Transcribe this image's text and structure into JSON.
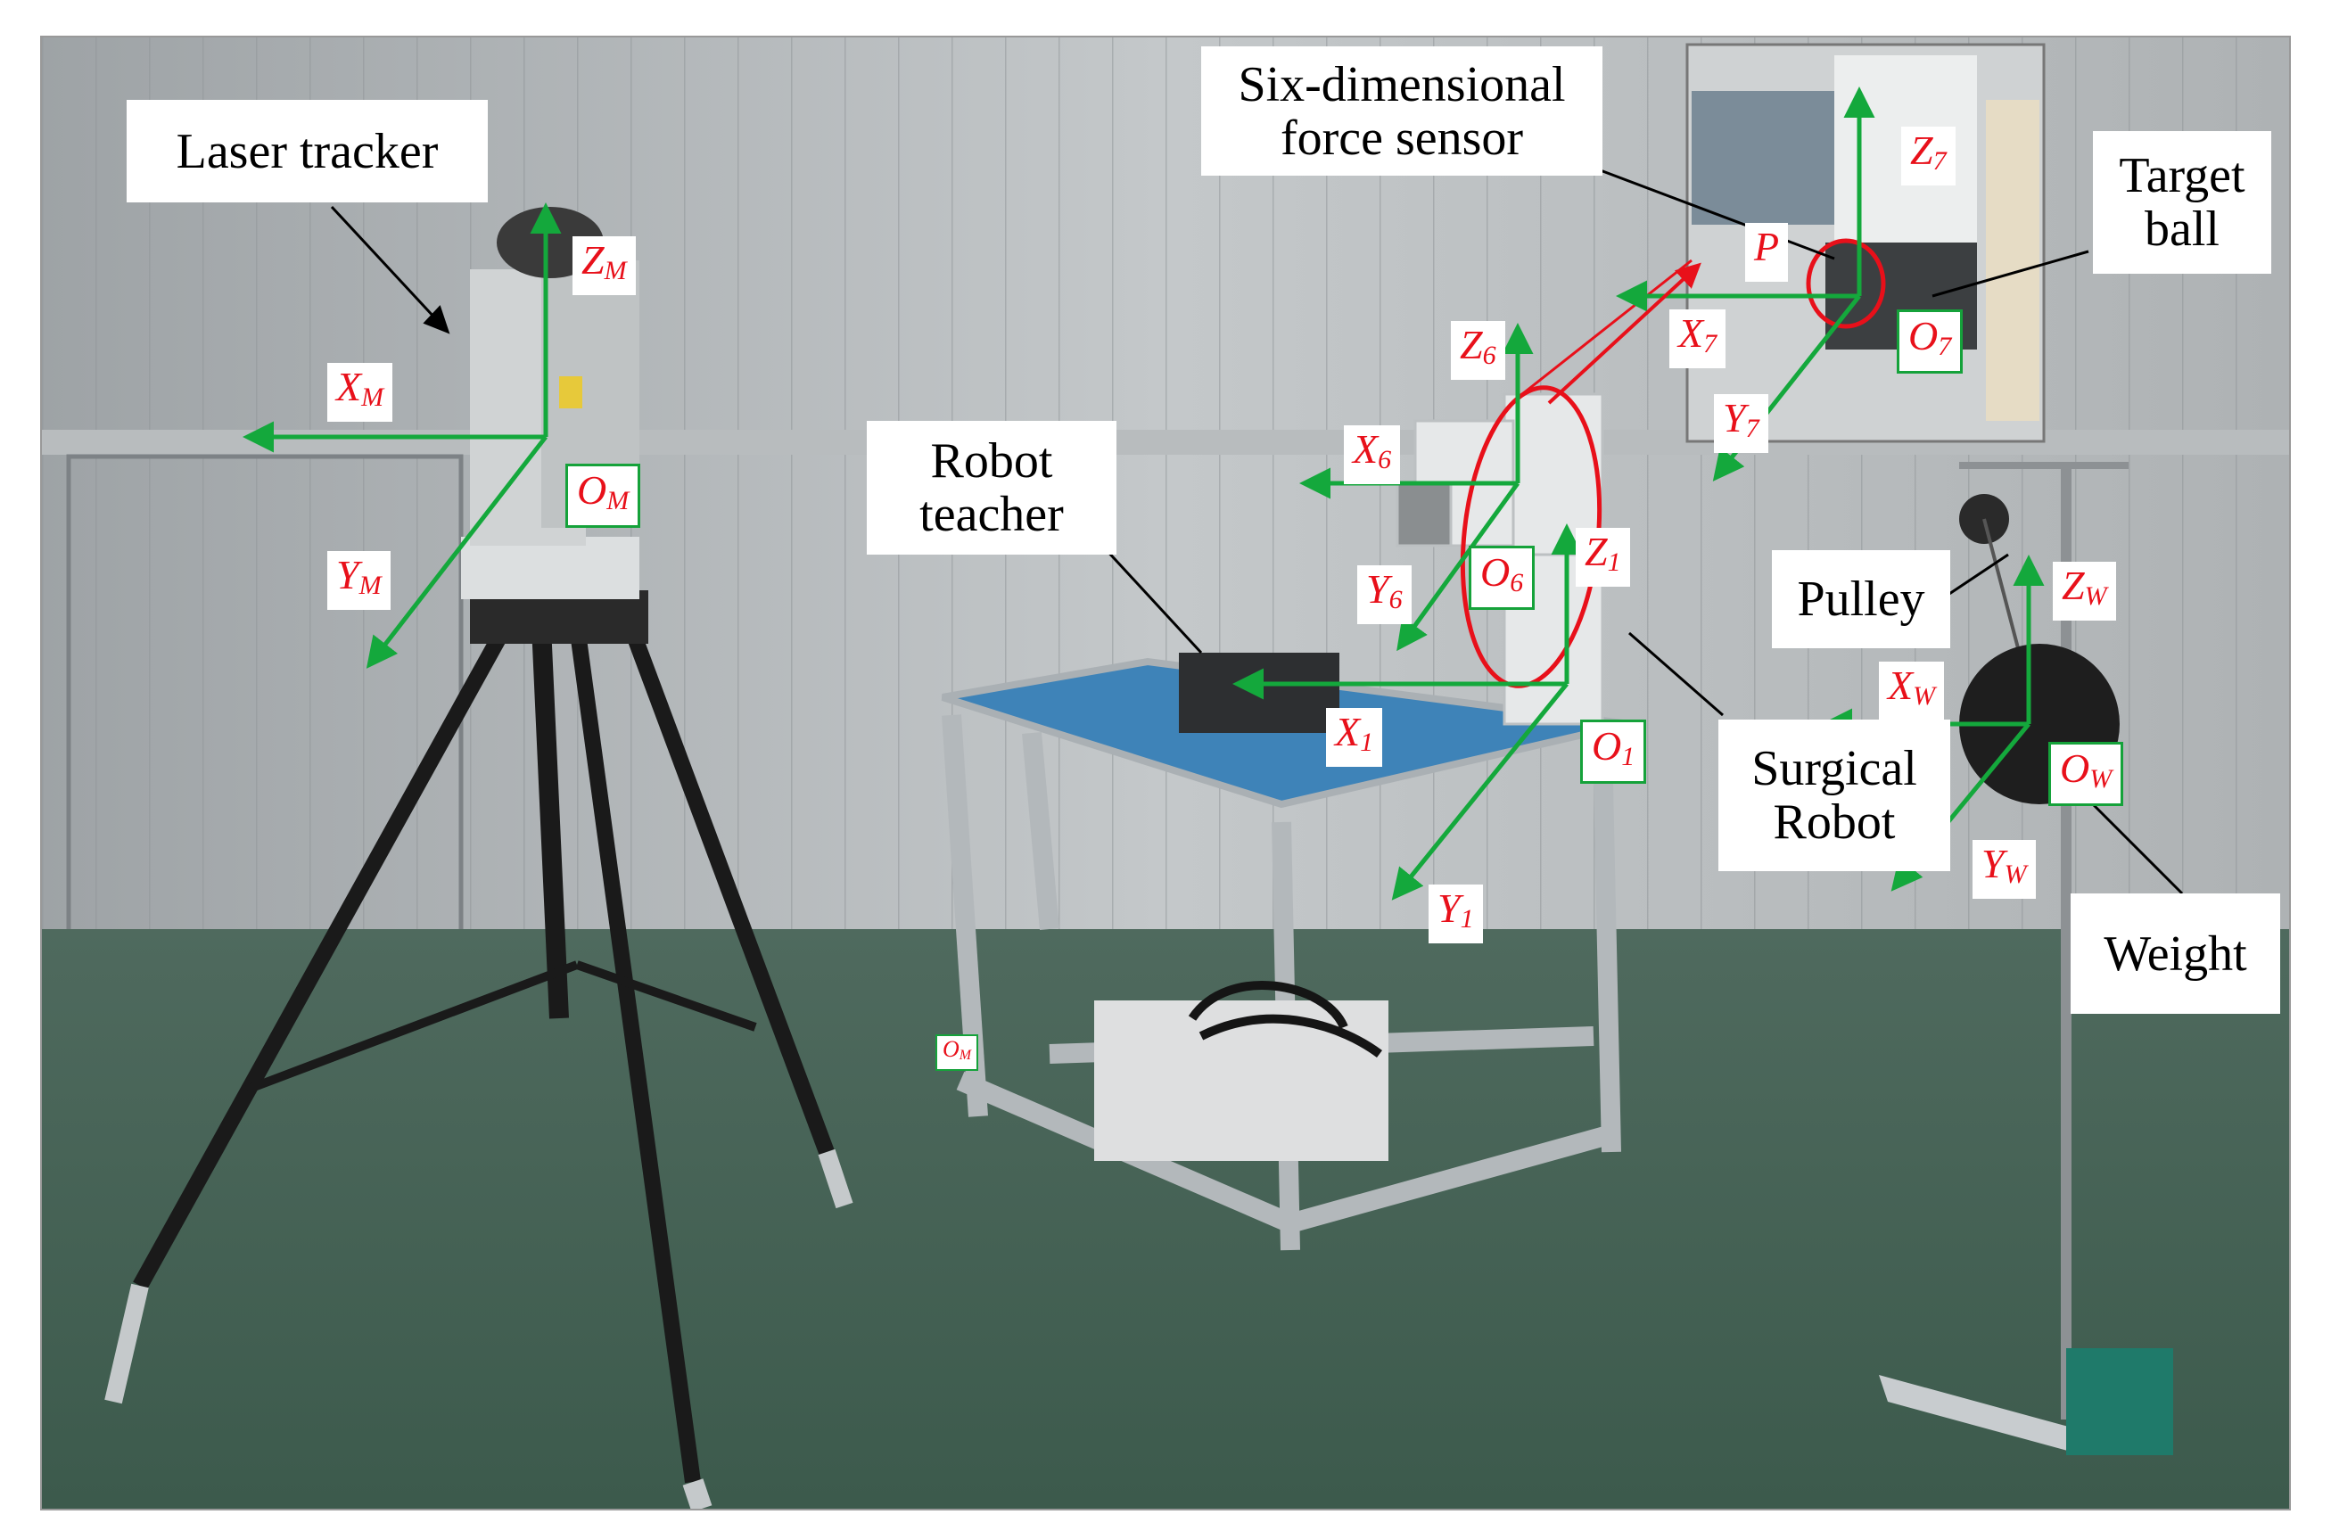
{
  "colors": {
    "axis": "#14a83c",
    "label_text": "#e8101a",
    "highlight_ring": "#e8101a"
  },
  "callouts": {
    "laser_tracker": "Laser tracker",
    "force_sensor": "Six-dimensional\nforce sensor",
    "target_ball": "Target\nball",
    "robot_teacher": "Robot\nteacher",
    "pulley": "Pulley",
    "surgical_robot": "Surgical\nRobot",
    "weight": "Weight"
  },
  "labels": {
    "ZM": {
      "main": "Z",
      "sub": "M"
    },
    "XM": {
      "main": "X",
      "sub": "M"
    },
    "YM": {
      "main": "Y",
      "sub": "M"
    },
    "OM": {
      "main": "O",
      "sub": "M"
    },
    "Z7": {
      "main": "Z",
      "sub": "7"
    },
    "X7": {
      "main": "X",
      "sub": "7"
    },
    "Y7": {
      "main": "Y",
      "sub": "7"
    },
    "O7": {
      "main": "O",
      "sub": "7"
    },
    "P": {
      "main": "P",
      "sub": ""
    },
    "Z6": {
      "main": "Z",
      "sub": "6"
    },
    "X6": {
      "main": "X",
      "sub": "6"
    },
    "Y6": {
      "main": "Y",
      "sub": "6"
    },
    "O6": {
      "main": "O",
      "sub": "6"
    },
    "Z1": {
      "main": "Z",
      "sub": "1"
    },
    "X1": {
      "main": "X",
      "sub": "1"
    },
    "Y1": {
      "main": "Y",
      "sub": "1"
    },
    "O1": {
      "main": "O",
      "sub": "1"
    },
    "ZW": {
      "main": "Z",
      "sub": "W"
    },
    "XW": {
      "main": "X",
      "sub": "W"
    },
    "YW": {
      "main": "Y",
      "sub": "W"
    },
    "OW": {
      "main": "O",
      "sub": "W"
    },
    "OM_floor": {
      "main": "O",
      "sub": "M"
    }
  }
}
